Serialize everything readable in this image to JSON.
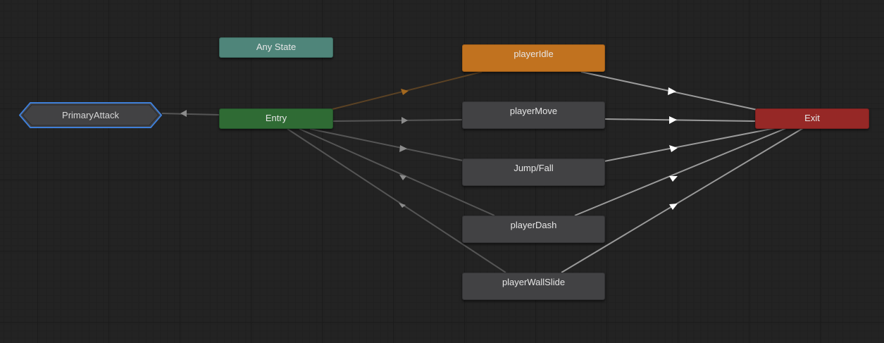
{
  "graph": {
    "nodes": {
      "any_state": "Any State",
      "entry": "Entry",
      "exit": "Exit",
      "sub_state_machine": "PrimaryAttack",
      "states": [
        {
          "label": "playerIdle",
          "default": true
        },
        {
          "label": "playerMove",
          "default": false
        },
        {
          "label": "Jump/Fall",
          "default": false
        },
        {
          "label": "playerDash",
          "default": false
        },
        {
          "label": "playerWallSlide",
          "default": false
        }
      ]
    },
    "colors": {
      "canvas": "#232323",
      "default_state": "#c1721f",
      "any_state": "#4f857a",
      "entry": "#2f6b34",
      "exit": "#962826",
      "state": "#424244",
      "selection": "#3f7fd8"
    },
    "icons": {
      "transition_arrow": "triangle-arrow-icon",
      "sub_state_machine": "hexagon-icon"
    }
  }
}
